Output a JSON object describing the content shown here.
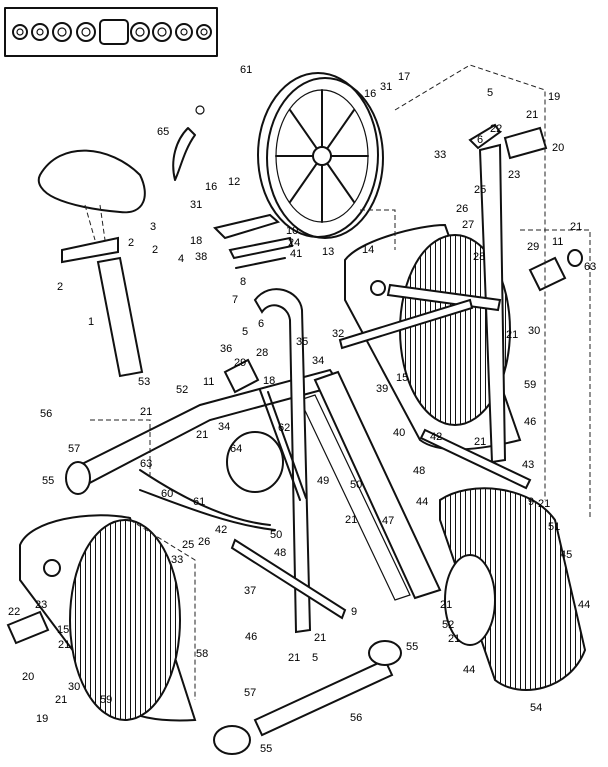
{
  "diagram": {
    "labels": [
      {
        "id": "l61",
        "text": "61"
      },
      {
        "id": "l65",
        "text": "65"
      },
      {
        "id": "l3",
        "text": "3"
      },
      {
        "id": "l16a",
        "text": "16"
      },
      {
        "id": "l31a",
        "text": "31"
      },
      {
        "id": "l12",
        "text": "12"
      },
      {
        "id": "l10",
        "text": "10"
      },
      {
        "id": "l18a",
        "text": "18"
      },
      {
        "id": "l24",
        "text": "24"
      },
      {
        "id": "l41",
        "text": "41"
      },
      {
        "id": "l38",
        "text": "38"
      },
      {
        "id": "l8",
        "text": "8"
      },
      {
        "id": "l2a",
        "text": "2"
      },
      {
        "id": "l2b",
        "text": "2"
      },
      {
        "id": "l2c",
        "text": "2"
      },
      {
        "id": "l4",
        "text": "4"
      },
      {
        "id": "l7",
        "text": "7"
      },
      {
        "id": "l5a",
        "text": "5"
      },
      {
        "id": "l6a",
        "text": "6"
      },
      {
        "id": "l1",
        "text": "1"
      },
      {
        "id": "l13",
        "text": "13"
      },
      {
        "id": "l14",
        "text": "14"
      },
      {
        "id": "l16b",
        "text": "16"
      },
      {
        "id": "l31b",
        "text": "31"
      },
      {
        "id": "l17",
        "text": "17"
      },
      {
        "id": "l5b",
        "text": "5"
      },
      {
        "id": "l19a",
        "text": "19"
      },
      {
        "id": "l21a",
        "text": "21"
      },
      {
        "id": "l22a",
        "text": "22"
      },
      {
        "id": "l20a",
        "text": "20"
      },
      {
        "id": "l6b",
        "text": "6"
      },
      {
        "id": "l33a",
        "text": "33"
      },
      {
        "id": "l25a",
        "text": "25"
      },
      {
        "id": "l26a",
        "text": "26"
      },
      {
        "id": "l23a",
        "text": "23"
      },
      {
        "id": "l27",
        "text": "27"
      },
      {
        "id": "l21b",
        "text": "21"
      },
      {
        "id": "l29a",
        "text": "29"
      },
      {
        "id": "l11a",
        "text": "11"
      },
      {
        "id": "l63a",
        "text": "63"
      },
      {
        "id": "l28a",
        "text": "28"
      },
      {
        "id": "l21c",
        "text": "21"
      },
      {
        "id": "l30a",
        "text": "30"
      },
      {
        "id": "l32",
        "text": "32"
      },
      {
        "id": "l15",
        "text": "15"
      },
      {
        "id": "l59a",
        "text": "59"
      },
      {
        "id": "l46a",
        "text": "46"
      },
      {
        "id": "l21d",
        "text": "21"
      },
      {
        "id": "l43",
        "text": "43"
      },
      {
        "id": "l9a",
        "text": "9"
      },
      {
        "id": "l21e",
        "text": "21"
      },
      {
        "id": "l36",
        "text": "36"
      },
      {
        "id": "l35",
        "text": "35"
      },
      {
        "id": "l28b",
        "text": "28"
      },
      {
        "id": "l34",
        "text": "34"
      },
      {
        "id": "l53",
        "text": "53"
      },
      {
        "id": "l11b",
        "text": "11"
      },
      {
        "id": "l29b",
        "text": "29"
      },
      {
        "id": "l18b",
        "text": "18"
      },
      {
        "id": "l52a",
        "text": "52"
      },
      {
        "id": "l21f",
        "text": "21"
      },
      {
        "id": "l56a",
        "text": "56"
      },
      {
        "id": "l21g",
        "text": "21"
      },
      {
        "id": "l34b",
        "text": "34"
      },
      {
        "id": "l62",
        "text": "62"
      },
      {
        "id": "l64",
        "text": "64"
      },
      {
        "id": "l57a",
        "text": "57"
      },
      {
        "id": "l63b",
        "text": "63"
      },
      {
        "id": "l39",
        "text": "39"
      },
      {
        "id": "l40",
        "text": "40"
      },
      {
        "id": "l42a",
        "text": "42"
      },
      {
        "id": "l48a",
        "text": "48"
      },
      {
        "id": "l44a",
        "text": "44"
      },
      {
        "id": "l49",
        "text": "49"
      },
      {
        "id": "l50a",
        "text": "50"
      },
      {
        "id": "l21h",
        "text": "21"
      },
      {
        "id": "l47",
        "text": "47"
      },
      {
        "id": "l55a",
        "text": "55"
      },
      {
        "id": "l60",
        "text": "60"
      },
      {
        "id": "l61b",
        "text": "61"
      },
      {
        "id": "l50b",
        "text": "50"
      },
      {
        "id": "l51",
        "text": "51"
      },
      {
        "id": "l42b",
        "text": "42"
      },
      {
        "id": "l48b",
        "text": "48"
      },
      {
        "id": "l25b",
        "text": "25"
      },
      {
        "id": "l26b",
        "text": "26"
      },
      {
        "id": "l33b",
        "text": "33"
      },
      {
        "id": "l37",
        "text": "37"
      },
      {
        "id": "l9b",
        "text": "9"
      },
      {
        "id": "l45",
        "text": "45"
      },
      {
        "id": "l44b",
        "text": "44"
      },
      {
        "id": "l22b",
        "text": "22"
      },
      {
        "id": "l23b",
        "text": "23"
      },
      {
        "id": "l15b",
        "text": "15"
      },
      {
        "id": "l21i",
        "text": "21"
      },
      {
        "id": "l46b",
        "text": "46"
      },
      {
        "id": "l21j",
        "text": "21"
      },
      {
        "id": "l5c",
        "text": "5"
      },
      {
        "id": "l21k",
        "text": "21"
      },
      {
        "id": "l55b",
        "text": "55"
      },
      {
        "id": "l52b",
        "text": "52"
      },
      {
        "id": "l21l",
        "text": "21"
      },
      {
        "id": "l58",
        "text": "58"
      },
      {
        "id": "l21m",
        "text": "21"
      },
      {
        "id": "l30b",
        "text": "30"
      },
      {
        "id": "l20b",
        "text": "20"
      },
      {
        "id": "l21n",
        "text": "21"
      },
      {
        "id": "l59b",
        "text": "59"
      },
      {
        "id": "l19b",
        "text": "19"
      },
      {
        "id": "l57b",
        "text": "57"
      },
      {
        "id": "l56b",
        "text": "56"
      },
      {
        "id": "l55c",
        "text": "55"
      },
      {
        "id": "l44c",
        "text": "44"
      },
      {
        "id": "l54",
        "text": "54"
      }
    ]
  }
}
